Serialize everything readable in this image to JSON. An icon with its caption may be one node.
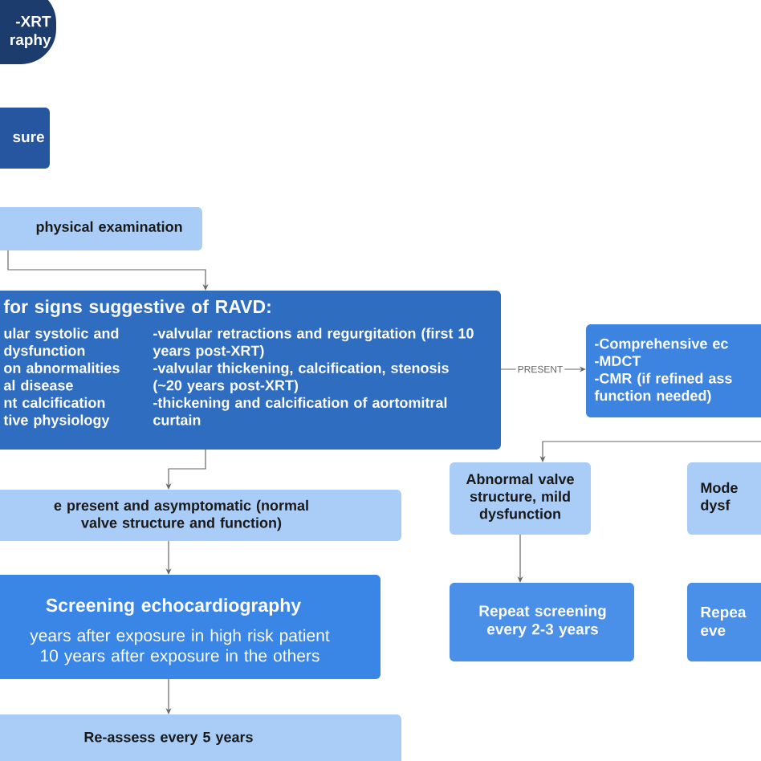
{
  "diagram": {
    "nodes": [
      {
        "text": [
          "-XRT raphy"
        ]
      },
      {
        "text": [
          "sure"
        ]
      },
      {
        "text": [
          "physical examination"
        ]
      },
      {
        "text": [
          "for signs suggestive of RAVD:",
          "ular systolic and dysfunction",
          "on abnormalities",
          "al disease",
          "nt calcification",
          "tive physiology",
          "-valvular retractions and regurgitation (first 10 years post-XRT)",
          "-valvular thickening, calcification, stenosis (~20 years post-XRT)",
          "-thickening and calcification of aortomitral curtain"
        ]
      },
      {
        "text": [
          "-Comprehensive ec",
          "-MDCT",
          "-CMR (if refined ass function needed)"
        ]
      },
      {
        "text": [
          "Abnormal valve structure, mild dysfunction"
        ]
      },
      {
        "text": [
          "Mode dysf"
        ]
      },
      {
        "text": [
          "e present and asymptomatic (normal valve structure and function)"
        ]
      },
      {
        "text": [
          "Screening echocardiography",
          "years after exposure in high risk patient",
          "10 years after exposure in the others"
        ]
      },
      {
        "text": [
          "Re-assess every 5 years"
        ]
      },
      {
        "text": [
          "Repeat screening every 2-3 years"
        ]
      },
      {
        "text": [
          "Repea eve"
        ]
      }
    ],
    "edges": [
      {
        "from": 2,
        "to": 3,
        "arrow": "to"
      },
      {
        "from": 3,
        "to": 4,
        "arrow": "to",
        "label": "PRESENT"
      },
      {
        "from": 3,
        "to": 7,
        "arrow": "to"
      },
      {
        "from": 4,
        "to": 5,
        "arrow": "to"
      },
      {
        "from": 7,
        "to": 8,
        "arrow": "to"
      },
      {
        "from": 8,
        "to": 9,
        "arrow": "to"
      },
      {
        "from": 5,
        "to": 10,
        "arrow": "to"
      }
    ]
  }
}
